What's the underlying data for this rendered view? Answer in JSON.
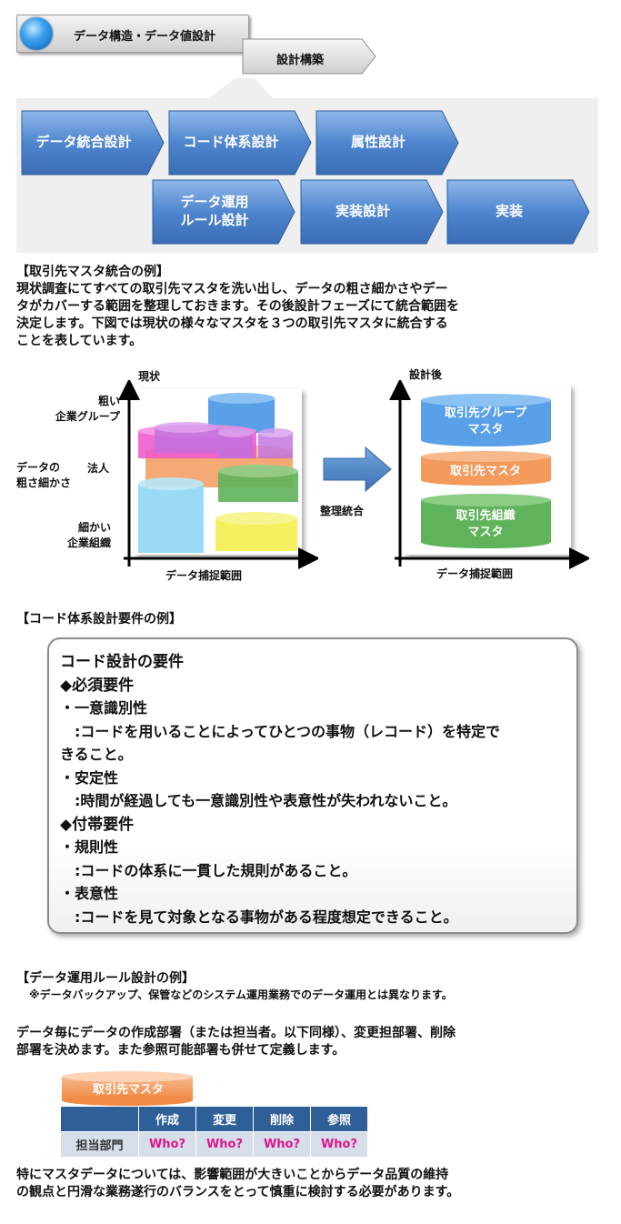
{
  "header": {
    "main_tab": "データ構造・データ値設計",
    "sub_tab": "設計構築"
  },
  "flow": {
    "row1": [
      "データ統合設計",
      "コード体系設計",
      "属性設計"
    ],
    "row2": [
      "データ運用\nルール設計",
      "実装設計",
      "実装"
    ]
  },
  "section1": {
    "title": "【取引先マスタ統合の例】",
    "lines": [
      "現状調査にてすべての取引先マスタを洗い出し、データの粗さ細かさやデー",
      "タがカバーする範囲を整理しておきます。その後設計フェーズにて統合範囲を",
      "決定します。下図では現状の様々なマスタを３つの取引先マスタに統合する",
      "ことを表しています。"
    ]
  },
  "diagram": {
    "current_label": "現状",
    "after_label": "設計後",
    "y_coarse": "粗い\n企業グループ",
    "y_corp": "法人",
    "y_axis": "データの\n粗さ細かさ",
    "y_fine": "細かい\n企業組織",
    "x_axis_left": "データ捕捉範囲",
    "x_axis_right": "データ捕捉範囲",
    "arrow_label": "整理統合",
    "master_group": "取引先グループ\nマスタ",
    "master": "取引先マスタ",
    "master_org": "取引先組織\nマスタ",
    "colors": {
      "blue": "#5aa0e8",
      "orange": "#f39a5c",
      "green": "#5fb35a",
      "magenta": "#ee55cc",
      "cyan": "#8fd8f5",
      "yellow": "#f4f060",
      "purple": "#c070e0"
    }
  },
  "section2": {
    "title": "【コード体系設計要件の例】",
    "lines": [
      "コード設計の要件",
      "◆必須要件",
      "・一意識別性",
      "　:コードを用いることによってひとつの事物（レコード）を特定で",
      "きること。",
      "・安定性",
      "　:時間が経過しても一意識別性や表意性が失われないこと。",
      "◆付帯要件",
      "・規則性",
      "　:コードの体系に一貫した規則があること。",
      "・表意性",
      "　:コードを見て対象となる事物がある程度想定できること。"
    ]
  },
  "section3": {
    "title": "【データ運用ルール設計の例】",
    "note": "※データバックアップ、保管などのシステム運用業務でのデータ運用とは異なります。",
    "para1": [
      "データ毎にデータの作成部署（または担当者。以下同様）、変更担部署、削除",
      "部署を決めます。また参照可能部署も併せて定義します。"
    ],
    "cyl_label": "取引先マスタ",
    "table_headers": [
      "作成",
      "変更",
      "削除",
      "参照"
    ],
    "row_label": "担当部門",
    "row_values": [
      "Who?",
      "Who?",
      "Who?",
      "Who?"
    ],
    "para2": [
      "特にマスタデータについては、影響範囲が大きいことからデータ品質の維持",
      "の観点と円滑な業務遂行のバランスをとって慎重に検討する必要があります。"
    ]
  }
}
